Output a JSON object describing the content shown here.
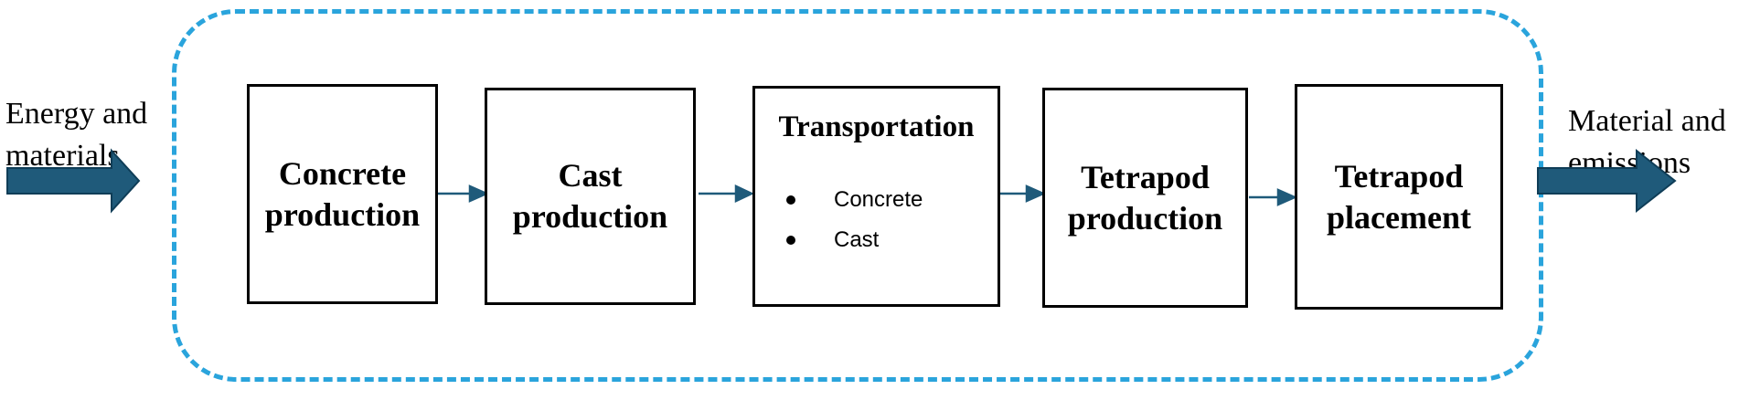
{
  "input": {
    "line1": "Energy and",
    "line2": "materials"
  },
  "output": {
    "line1": "Material and",
    "line2": "emissions"
  },
  "steps": [
    {
      "label": "Concrete\nproduction"
    },
    {
      "label": "Cast\nproduction"
    },
    {
      "label": "Transportation",
      "items": [
        "Concrete",
        "Cast"
      ]
    },
    {
      "label": "Tetrapod\nproduction"
    },
    {
      "label": "Tetrapod\nplacement"
    }
  ],
  "colors": {
    "arrow": "#1f5a7a",
    "boundary": "#2aa4dc",
    "box_border": "#000000"
  }
}
